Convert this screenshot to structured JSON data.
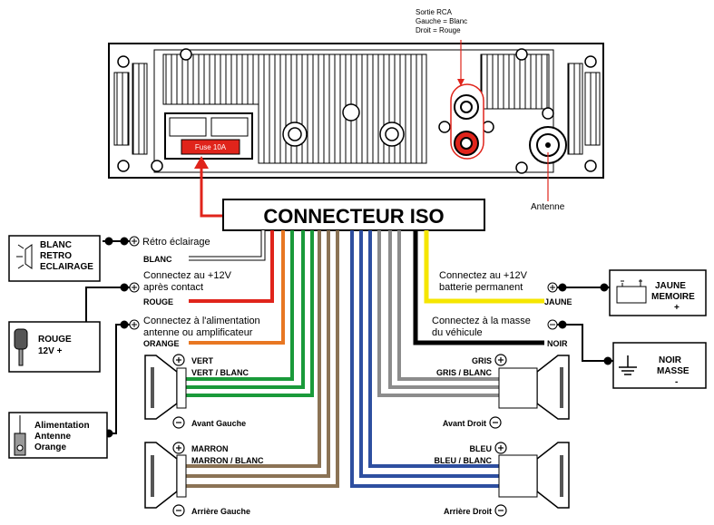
{
  "rca": {
    "line1": "Sortie RCA",
    "line2": "Gauche = Blanc",
    "line3": "Droit = Rouge"
  },
  "fuse": "Fuse 10A",
  "antenna": "Antenne",
  "connector": "CONNECTEUR ISO",
  "left_labels": {
    "retro": "Rétro éclairage",
    "blanc": "BLANC",
    "plus12_1": "Connectez au +12V",
    "plus12_2": "après contact",
    "rouge": "ROUGE",
    "alim_1": "Connectez à l'alimentation",
    "alim_2": "antenne ou amplificateur",
    "orange": "ORANGE"
  },
  "right_labels": {
    "bat_1": "Connectez au +12V",
    "bat_2": "batterie permanent",
    "jaune": "JAUNE",
    "mass_1": "Connectez à la masse",
    "mass_2": "du véhicule",
    "noir": "NOIR"
  },
  "boxes": {
    "blanc": [
      "BLANC",
      "RETRO",
      "ECLAIRAGE"
    ],
    "rouge": [
      "ROUGE",
      "12V +"
    ],
    "alim": [
      "Alimentation",
      "Antenne",
      "Orange"
    ],
    "jaune": [
      "JAUNE",
      "MEMOIRE",
      "+"
    ],
    "noir": [
      "NOIR",
      "MASSE",
      "-"
    ]
  },
  "speakers": {
    "fl": {
      "plus": "VERT",
      "minus": "VERT / BLANC",
      "name": "Avant Gauche"
    },
    "fr": {
      "plus": "GRIS",
      "minus": "GRIS / BLANC",
      "name": "Avant Droit"
    },
    "rl": {
      "plus": "MARRON",
      "minus": "MARRON / BLANC",
      "name": "Arrière Gauche"
    },
    "rr": {
      "plus": "BLEU",
      "minus": "BLEU / BLANC",
      "name": "Arrière Droit"
    }
  },
  "colors": {
    "white": "#ffffff",
    "red": "#e0241b",
    "orange": "#e87722",
    "green": "#1a9a3a",
    "brown": "#8b7355",
    "grey": "#8c8c8c",
    "blue": "#2e4fa0",
    "yellow": "#f5e600",
    "black": "#000000"
  }
}
